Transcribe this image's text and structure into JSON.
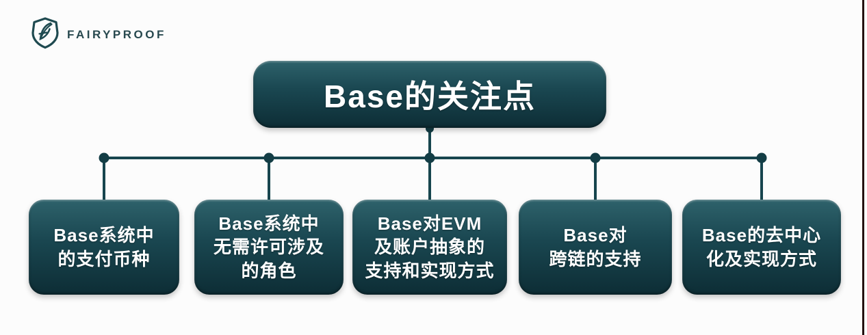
{
  "page": {
    "background_color": "#fcfcfc",
    "connector_color": "#17454e",
    "right_edge_strip_color": "#23100e"
  },
  "logo": {
    "brand_text": "FAIRYPROOF",
    "icon": "shield-feather-logo",
    "color": "#28494f"
  },
  "diagram": {
    "type": "tree",
    "title": {
      "label": "Base的关注点"
    },
    "node_style": {
      "gradient_top": "#2e626b",
      "gradient_bottom": "#0d2d35",
      "text_color": "#ffffff"
    },
    "children": [
      {
        "label": "Base系统中\n的支付币种"
      },
      {
        "label": "Base系统中\n无需许可涉及\n的角色"
      },
      {
        "label": "Base对EVM\n及账户抽象的\n支持和实现方式"
      },
      {
        "label": "Base对\n跨链的支持"
      },
      {
        "label": "Base的去中心\n化及实现方式"
      }
    ]
  }
}
